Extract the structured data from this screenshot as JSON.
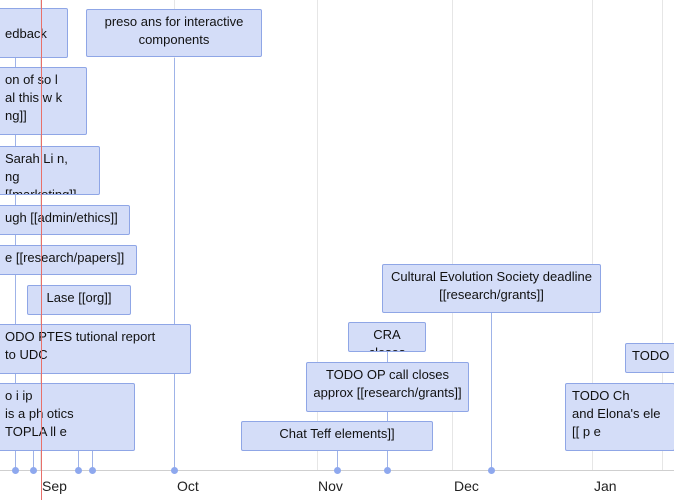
{
  "colors": {
    "item_bg": "#d4ddf8",
    "item_border": "#8fa6e6",
    "today_line": "#e8706a"
  },
  "axis": {
    "months": [
      "Sep",
      "Oct",
      "Nov",
      "Dec",
      "Jan"
    ]
  },
  "events": [
    {
      "text": "edback"
    },
    {
      "text": "preso   ans for interactive\ncomponents"
    },
    {
      "text": "on of so   l\nal this w  k\nng]]"
    },
    {
      "text": "Sarah Li  n,\nng [[marketing]]"
    },
    {
      "text": "ugh [[admin/ethics]]"
    },
    {
      "text": "e [[research/papers]]"
    },
    {
      "text": "Lase     [[org]]"
    },
    {
      "text": "ODO PTES   tutional report\nto UDC"
    },
    {
      "text": "o     i     ip\nis   a    ph  otics\n TOPLA    ll   e"
    },
    {
      "text": "Cultural Evolution Society deadline\n[[research/grants]]"
    },
    {
      "text": "CRA closes"
    },
    {
      "text": "TODO OP   call closes\napprox [[research/grants]]"
    },
    {
      "text": "Chat    Teff    elements]]"
    },
    {
      "text": "TODO"
    },
    {
      "text": "TODO Ch\nand Elona's ele\n[[  p e"
    }
  ]
}
